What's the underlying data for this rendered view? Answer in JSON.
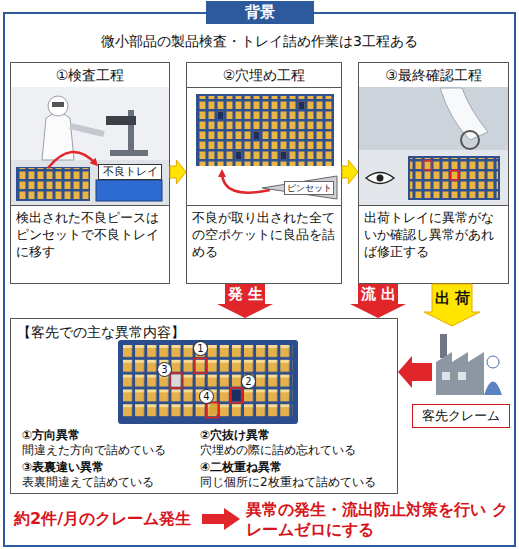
{
  "diagram": {
    "title": "背景",
    "nodes": [
      {
        "text": [
          "①検査工程",
          "検出された不良ピースはピンセットで不良トレイに移す"
        ]
      },
      {
        "text": [
          "②穴埋め工程",
          "不良が取り出された全ての空ポケットに良品を詰める"
        ]
      },
      {
        "text": [
          "③最終確認工程",
          "出荷トレイに異常がないか確認し異常があれば修正する"
        ]
      },
      {
        "text": [
          "【客先での主な異常内容】"
        ]
      },
      {
        "text": [
          "客先クレーム"
        ]
      }
    ],
    "edges": [
      {
        "from": 0,
        "to": 1,
        "arrow": "to"
      },
      {
        "from": 1,
        "to": 2,
        "arrow": "to"
      },
      {
        "from": 1,
        "to": 3,
        "label": "発生",
        "arrow": "to"
      },
      {
        "from": 2,
        "to": 3,
        "label": "流出",
        "arrow": "to"
      },
      {
        "from": 2,
        "to": 4,
        "label": "出荷",
        "arrow": "to"
      },
      {
        "from": 4,
        "to": 3,
        "arrow": "to"
      }
    ],
    "labels": [
      "微小部品の製品検査・トレイ詰め作業は3工程ある",
      "不良トレイ",
      "ピンセット",
      "1",
      "2",
      "3",
      "4",
      "①方向異常",
      "間違えた方向で詰めている",
      "②穴抜け異常",
      "穴埋めの際に詰め忘れている",
      "③表裏違い異常",
      "表裏間違えて詰めている",
      "④二枚重ね異常",
      "同じ個所に2枚重ねて詰めている",
      "約2件/月のクレーム発生",
      "異常の発生・流出防止対策を行い クレームゼロにする"
    ]
  }
}
